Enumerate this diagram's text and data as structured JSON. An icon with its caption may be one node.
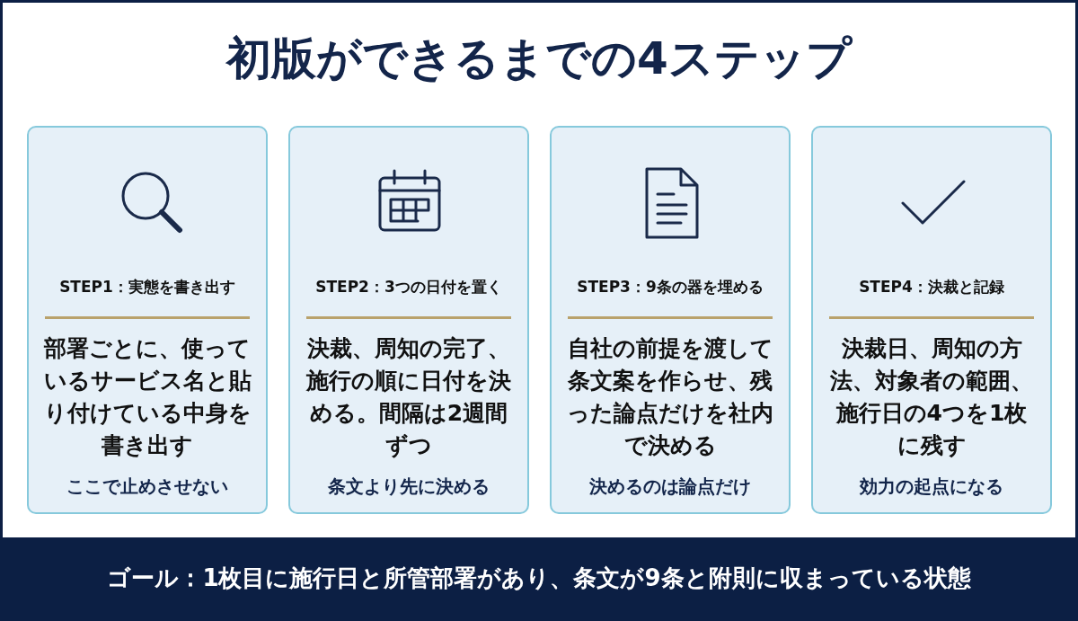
{
  "diagram": {
    "title": "初版ができるまでの4ステップ",
    "nodes": [
      {
        "text": [
          "STEP1：実態を書き出す",
          "部署ごとに、使っているサービス名と貼り付けている中身を書き出す",
          "ここで止めさせない"
        ]
      },
      {
        "text": [
          "STEP2：3つの日付を置く",
          "決裁、周知の完了、施行の順に日付を決める。間隔は2週間ずつ",
          "条文より先に決める"
        ]
      },
      {
        "text": [
          "STEP3：9条の器を埋める",
          "自社の前提を渡して条文案を作らせ、残った論点だけを社内で決める",
          "決めるのは論点だけ"
        ]
      },
      {
        "text": [
          "STEP4：決裁と記録",
          "決裁日、周知の方法、対象者の範囲、施行日の4つを1枚に残す",
          "効力の起点になる"
        ]
      },
      {
        "text": [
          "ゴール：1枚目に施行日と所管部署があり、条文が9条と附則に収まっている状態"
        ]
      }
    ]
  }
}
